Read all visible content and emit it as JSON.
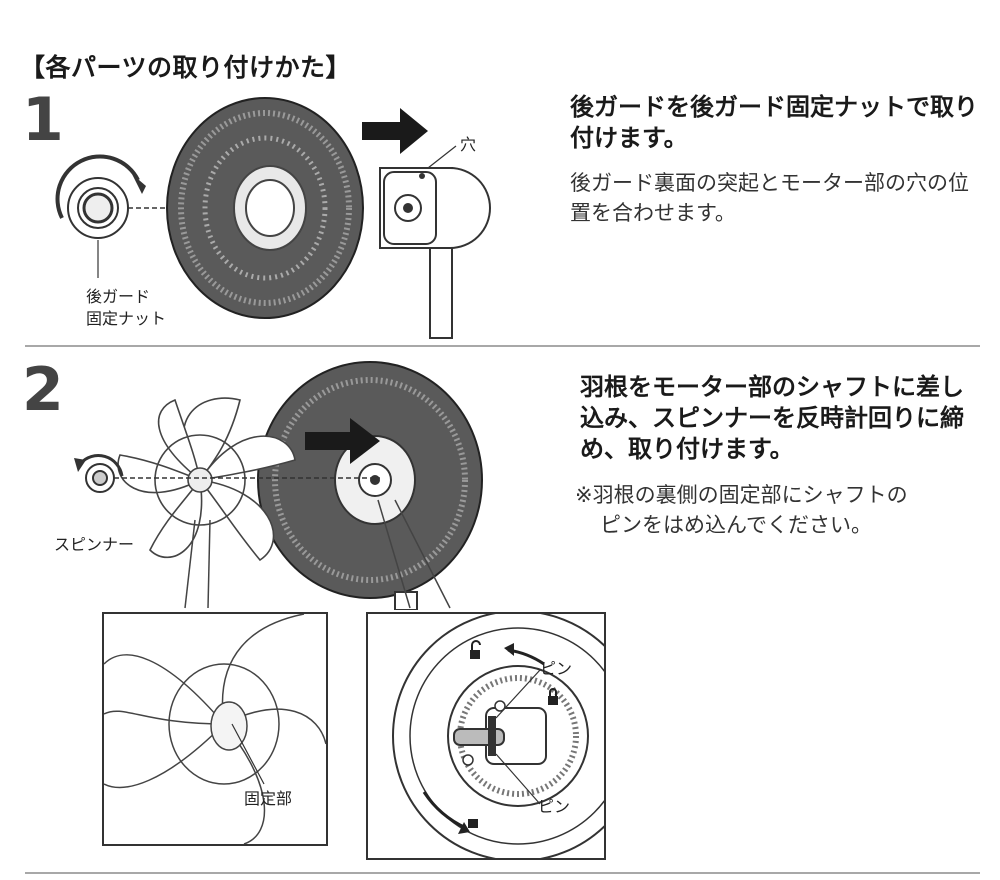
{
  "section_title": "【各パーツの取り付けかた】",
  "step1": {
    "number": "1",
    "heading": "後ガードを後ガード固定ナットで取り付けます。",
    "body": "後ガード裏面の突起とモーター部の穴の位置を合わせます。",
    "label_hole": "穴",
    "label_nut_line1": "後ガード",
    "label_nut_line2": "固定ナット"
  },
  "step2": {
    "number": "2",
    "heading": "羽根をモーター部のシャフトに差し込み、スピンナーを反時計回りに締め、取り付けます。",
    "note_line1": "※羽根の裏側の固定部にシャフトの",
    "note_line2": "ピンをはめ込んでください。",
    "label_spinner": "スピンナー",
    "label_fixing": "固定部",
    "label_pin_top": "ピン",
    "label_pin_bottom": "ピン"
  },
  "icons": [
    "arrow-right-icon",
    "rotate-arrow-icon",
    "lock-icon",
    "unlock-icon"
  ]
}
